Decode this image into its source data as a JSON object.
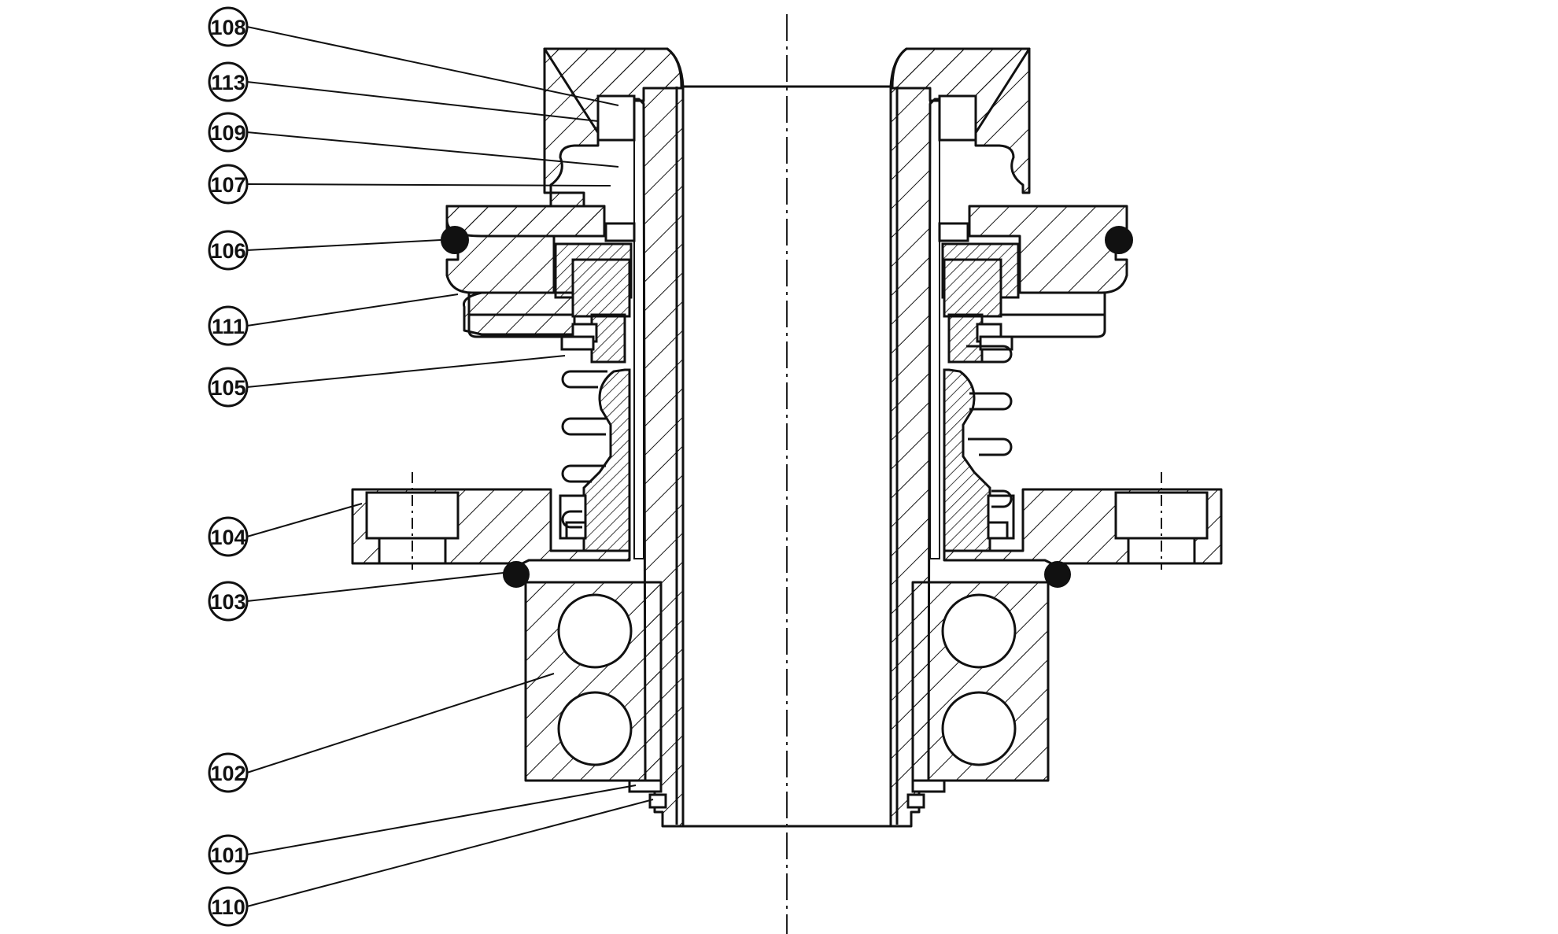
{
  "drawing": {
    "colors": {
      "line": "#111111",
      "background": "#ffffff"
    },
    "callouts": [
      {
        "id": "108",
        "label": "108"
      },
      {
        "id": "113",
        "label": "113"
      },
      {
        "id": "109",
        "label": "109"
      },
      {
        "id": "107",
        "label": "107"
      },
      {
        "id": "106",
        "label": "106"
      },
      {
        "id": "111",
        "label": "111"
      },
      {
        "id": "105",
        "label": "105"
      },
      {
        "id": "104",
        "label": "104"
      },
      {
        "id": "103",
        "label": "103"
      },
      {
        "id": "102",
        "label": "102"
      },
      {
        "id": "101",
        "label": "101"
      },
      {
        "id": "110",
        "label": "110"
      }
    ]
  }
}
